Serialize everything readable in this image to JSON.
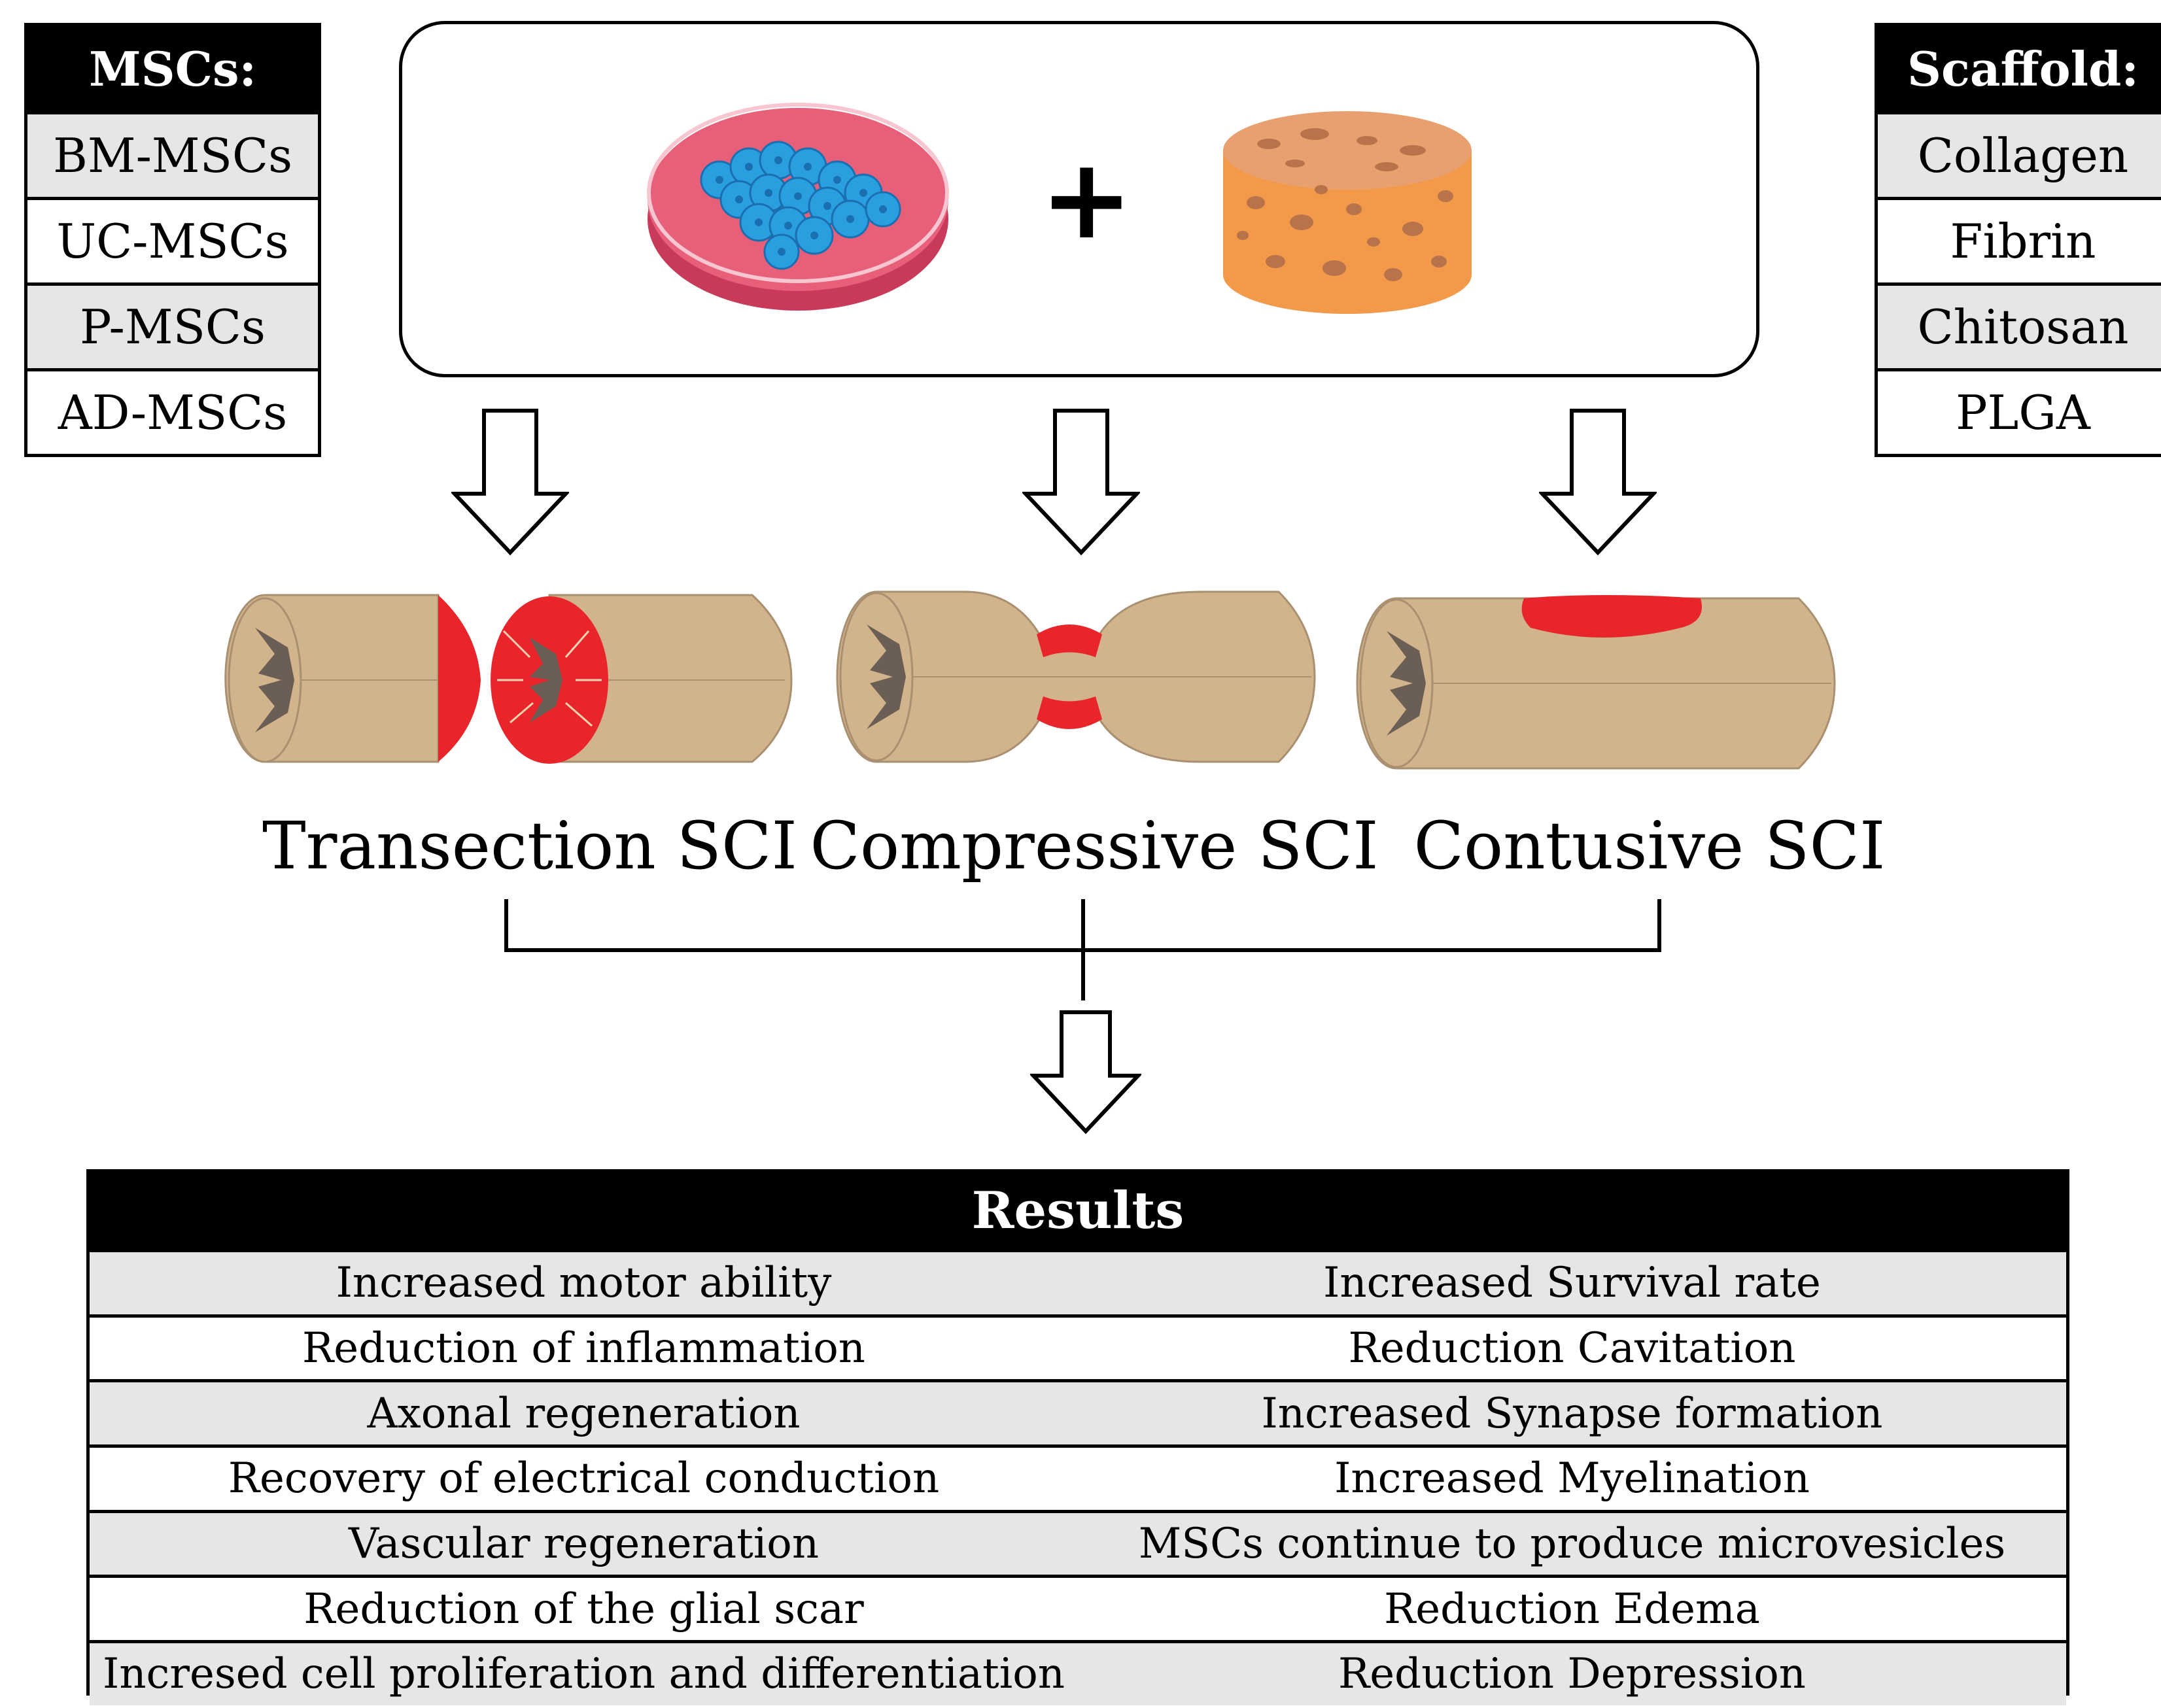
{
  "msc_table": {
    "header": "MSCs:",
    "items": [
      "BM-MSCs",
      "UC-MSCs",
      "P-MSCs",
      "AD-MSCs"
    ]
  },
  "scaffold_table": {
    "header": "Scaffold:",
    "items": [
      "Collagen",
      "Fibrin",
      "Chitosan",
      "PLGA"
    ]
  },
  "combination": {
    "plus": "+"
  },
  "injury_types": [
    "Transection SCI",
    "Compressive SCI",
    "Contusive SCI"
  ],
  "results": {
    "header": "Results",
    "rows": [
      [
        "Increased motor ability",
        "Increased  Survival rate"
      ],
      [
        "Reduction of inflammation",
        "Reduction Cavitation"
      ],
      [
        "Axonal regeneration",
        "Increased  Synapse formation"
      ],
      [
        "Recovery of electrical conduction",
        "Increased Myelination"
      ],
      [
        "Vascular regeneration",
        "MSCs continue to produce microvesicles"
      ],
      [
        "Reduction of the glial scar",
        "Reduction Edema"
      ],
      [
        "Incresed cell proliferation and differentiation",
        "Reduction Depression"
      ]
    ]
  },
  "colors": {
    "tissue": "#d2b48c",
    "lesion": "#e8252b",
    "grey_matter": "#6b5f55",
    "dish": "#e85f7a",
    "cells": "#2a9fe0",
    "scaffold": "#f29a4a"
  }
}
